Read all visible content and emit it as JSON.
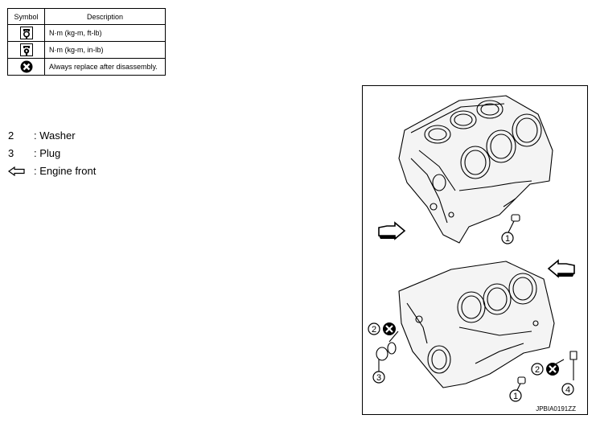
{
  "symbol_table": {
    "headers": {
      "symbol": "Symbol",
      "description": "Description"
    },
    "rows": [
      {
        "icon": "torque-wrench-ftlb-icon",
        "description": "N·m (kg-m, ft-lb)"
      },
      {
        "icon": "torque-wrench-inlb-icon",
        "description": "N·m (kg-m, in-lb)"
      },
      {
        "icon": "always-replace-icon",
        "description": "Always replace after disassembly."
      }
    ]
  },
  "legend": [
    {
      "number": "2",
      "label": ": Washer"
    },
    {
      "number": "3",
      "label": ": Plug"
    },
    {
      "icon": "engine-front-arrow-icon",
      "label": ": Engine front"
    }
  ],
  "figure": {
    "callouts": {
      "c1a": "1",
      "c1b": "1",
      "c2a": "2",
      "c2b": "2",
      "c3": "3",
      "c4": "4"
    },
    "code": "JPBIA0191ZZ"
  }
}
